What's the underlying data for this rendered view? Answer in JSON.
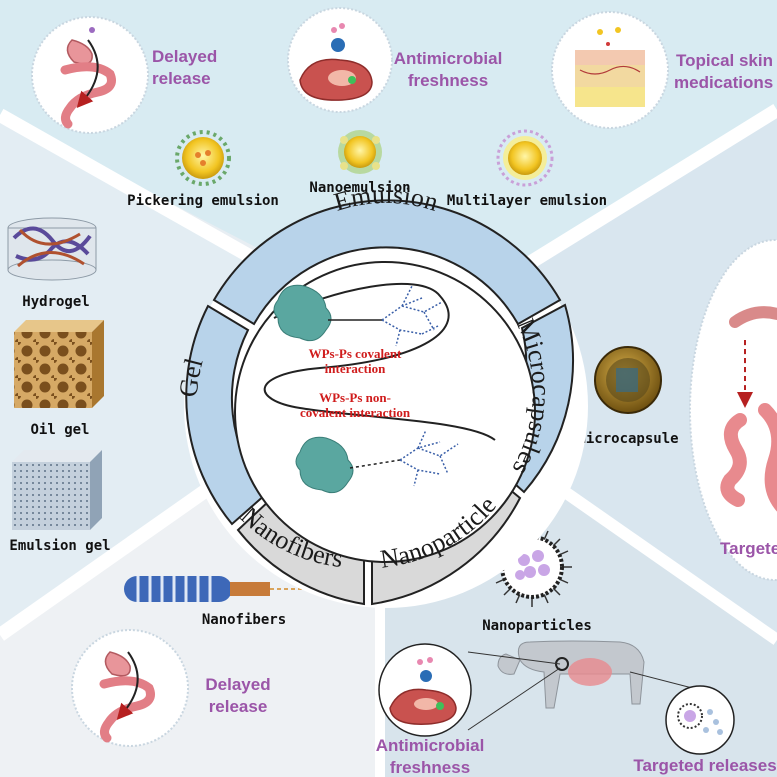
{
  "ring": {
    "emulsion": "Emulsion",
    "microcapsules": "Microcapsules",
    "nanoparticle": "Nanoparticle",
    "nanofibers": "Nanofibers",
    "gel": "Gel"
  },
  "center": {
    "covalent_line1": "WPs-Ps covalent",
    "covalent_line2": "interaction",
    "noncovalent_line1": "WPs-Ps non-",
    "noncovalent_line2": "covalent interaction"
  },
  "top": {
    "delayed_line1": "Delayed",
    "delayed_line2": "release",
    "antimicrobial_line1": "Antimicrobial",
    "antimicrobial_line2": "freshness",
    "topical_line1": "Topical skin",
    "topical_line2": "medications",
    "pickering": "Pickering emulsion",
    "nanoemulsion": "Nanoemulsion",
    "multilayer": "Multilayer emulsion"
  },
  "left": {
    "hydrogel": "Hydrogel",
    "oil_gel": "Oil gel",
    "emulsion_gel": "Emulsion gel"
  },
  "right": {
    "microcapsule": "Microcapsule",
    "targeted": "Targete"
  },
  "bottom_left": {
    "nanofibers": "Nanofibers",
    "delayed_line1": "Delayed",
    "delayed_line2": "release"
  },
  "bottom_right": {
    "nanoparticles": "Nanoparticles",
    "antimicrobial_line1": "Antimicrobial",
    "antimicrobial_line2": "freshness",
    "targeted_releases": "Targeted releases"
  },
  "colors": {
    "top_panel": "#d8ebf2",
    "left_panel": "#e3edf3",
    "right_panel": "#d9e6ef",
    "bottom_left_panel": "#eef1f4",
    "bottom_right_panel": "#d8e4ec",
    "ring_blue": "#b8d3ea",
    "ring_gray": "#d9d9d9",
    "label_purple": "#9b55a8",
    "center_red": "#d01c1c"
  }
}
